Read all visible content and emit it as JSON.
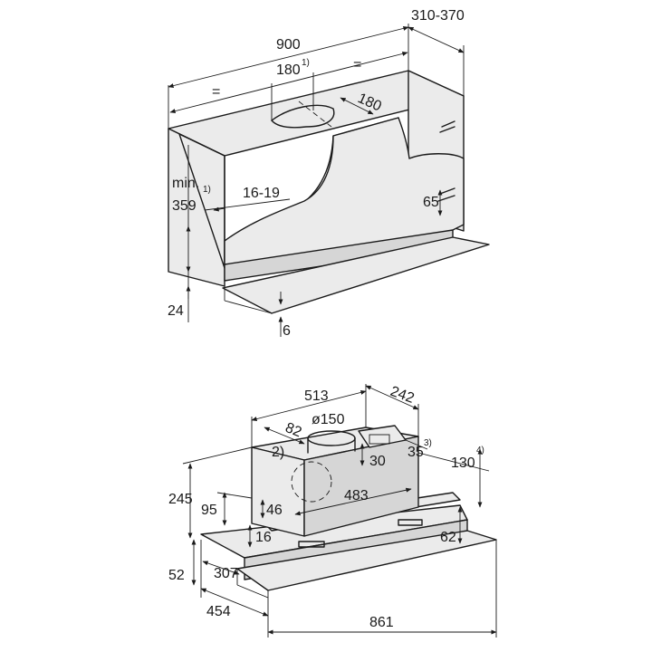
{
  "top_drawing": {
    "dim_width": "900",
    "dim_depth": "310-370",
    "dim_equal_left": "=",
    "dim_equal_right": "=",
    "dim_cutout": "180",
    "dim_cutout_note": "1)",
    "dim_cutout_depth": "180",
    "dim_min_label": "min.",
    "dim_min_height": "359",
    "dim_min_note": "1)",
    "dim_side": "16-19",
    "dim_bracket": "65",
    "dim_bottom": "24",
    "dim_panel": "6"
  },
  "bottom_drawing": {
    "dim_body_width": "513",
    "dim_body_depth": "242",
    "dim_duct": "ø150",
    "dim_offset": "82",
    "dim_note_2": "2)",
    "dim_35": "35",
    "dim_35_note": "3)",
    "dim_130": "130",
    "dim_130_note": "4)",
    "dim_30": "30",
    "dim_245": "245",
    "dim_95": "95",
    "dim_46": "46",
    "dim_483": "483",
    "dim_16": "16",
    "dim_62": "62",
    "dim_52": "52",
    "dim_307": "307",
    "dim_454": "454",
    "dim_861": "861"
  }
}
